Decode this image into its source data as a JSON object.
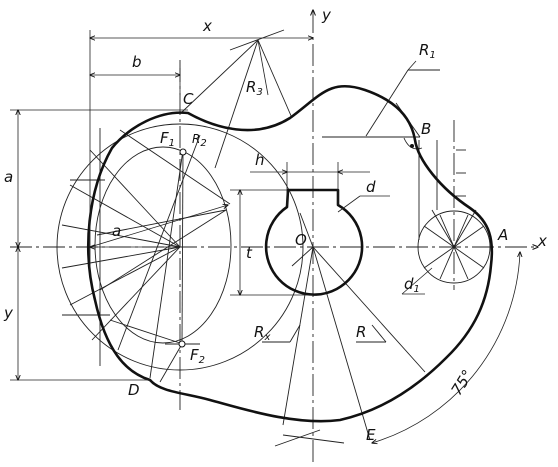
{
  "labels": {
    "axis_x": "x",
    "axis_y": "y",
    "dim_x": "x",
    "dim_b": "b",
    "dim_a": "a",
    "dim_y": "y",
    "dim_h": "h",
    "dim_t": "t",
    "dim_d": "d",
    "dim_d1_main": "d",
    "dim_d1_sub": "1",
    "radius_a": "a",
    "R1_main": "R",
    "R1_sub": "1",
    "R3_main": "R",
    "R3_sub": "3",
    "R2_main": "R",
    "R2_sub": "2",
    "Rx_main": "R",
    "Rx_sub": "x",
    "R": "R",
    "F1_main": "F",
    "F1_sub": "1",
    "F2_main": "F",
    "F2_sub": "2",
    "point_C": "C",
    "point_B": "B",
    "point_A": "A",
    "point_D": "D",
    "point_E": "E",
    "point_O": "O",
    "angle": "75°"
  }
}
